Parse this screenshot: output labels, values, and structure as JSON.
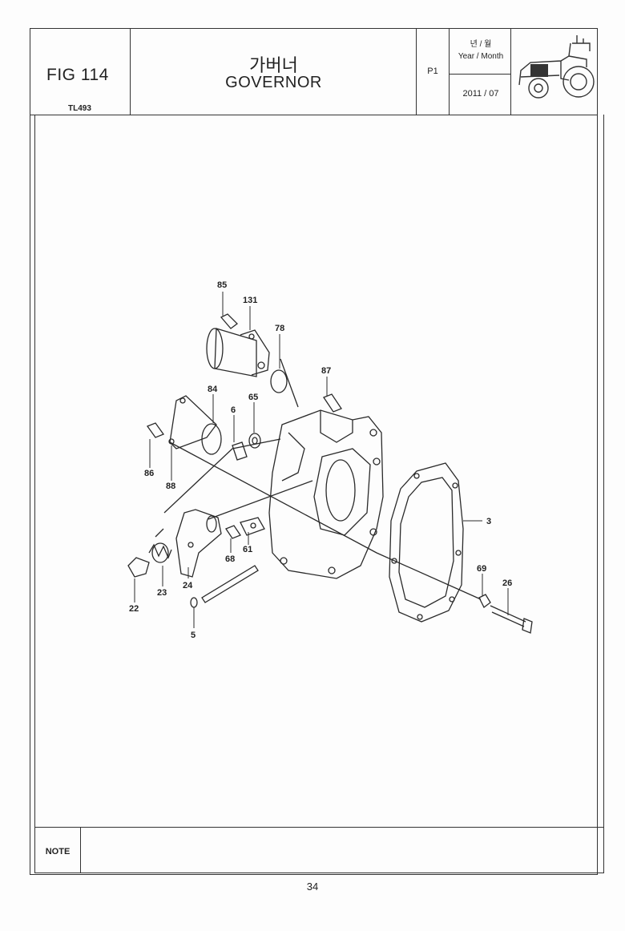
{
  "header": {
    "fig_label": "FIG 114",
    "model": "TL493",
    "title_korean": "가버너",
    "title_english": "GOVERNOR",
    "page_code": "P1",
    "year_month_korean": "년 / 월",
    "year_month_english": "Year / Month",
    "year_month_value": "2011 / 07"
  },
  "callouts": {
    "c85": "85",
    "c131": "131",
    "c78": "78",
    "c87": "87",
    "c84": "84",
    "c6": "6",
    "c65": "65",
    "c86": "86",
    "c88": "88",
    "c3": "3",
    "c68": "68",
    "c61": "61",
    "c24": "24",
    "c22": "22",
    "c23": "23",
    "c5": "5",
    "c69": "69",
    "c26": "26"
  },
  "footer": {
    "note_label": "NOTE",
    "note_text": "",
    "page_number": "34"
  }
}
